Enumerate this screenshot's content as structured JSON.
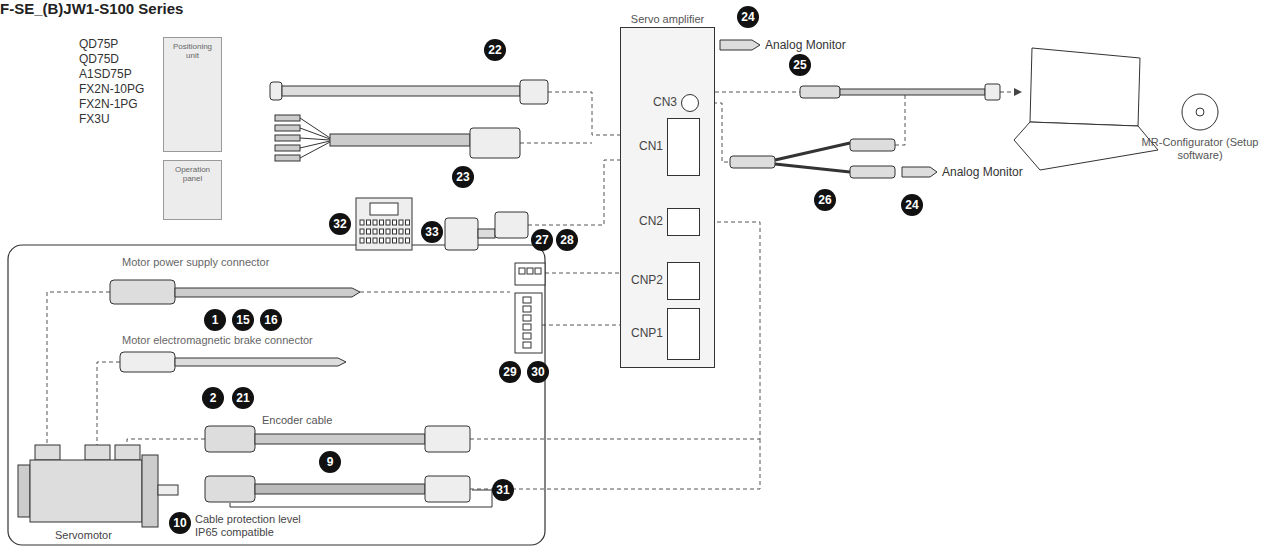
{
  "diagram": {
    "title": "F-SE_(B)JW1-S100 Series",
    "nodes": [
      {
        "text": [
          "Positioning unit"
        ]
      },
      {
        "text": [
          "Operation panel"
        ]
      },
      {
        "text": [
          "Servo amplifier"
        ]
      },
      {
        "text": [
          "CN3"
        ],
        "in": 2
      },
      {
        "text": [
          "CN1"
        ],
        "in": 2
      },
      {
        "text": [
          "CN2"
        ],
        "in": 2
      },
      {
        "text": [
          "CNP2"
        ],
        "in": 2
      },
      {
        "text": [
          "CNP1"
        ],
        "in": 2
      }
    ],
    "labels": [
      "QD75P",
      "QD75D",
      "A1SD75P",
      "FX2N-10PG",
      "FX2N-1PG",
      "FX3U",
      "22",
      "24",
      "Analog Monitor",
      "25",
      "23",
      "26",
      "Analog Monitor",
      "24",
      "MR-Configurator (Setup software)",
      "32",
      "33",
      "27",
      "28",
      "Motor power supply connector",
      "1",
      "15",
      "16",
      "29",
      "30",
      "Motor electromagnetic brake connector",
      "2",
      "21",
      "Encoder cable",
      "9",
      "31",
      "Servomotor",
      "10",
      "Cable protection level IP65 compatible"
    ]
  }
}
